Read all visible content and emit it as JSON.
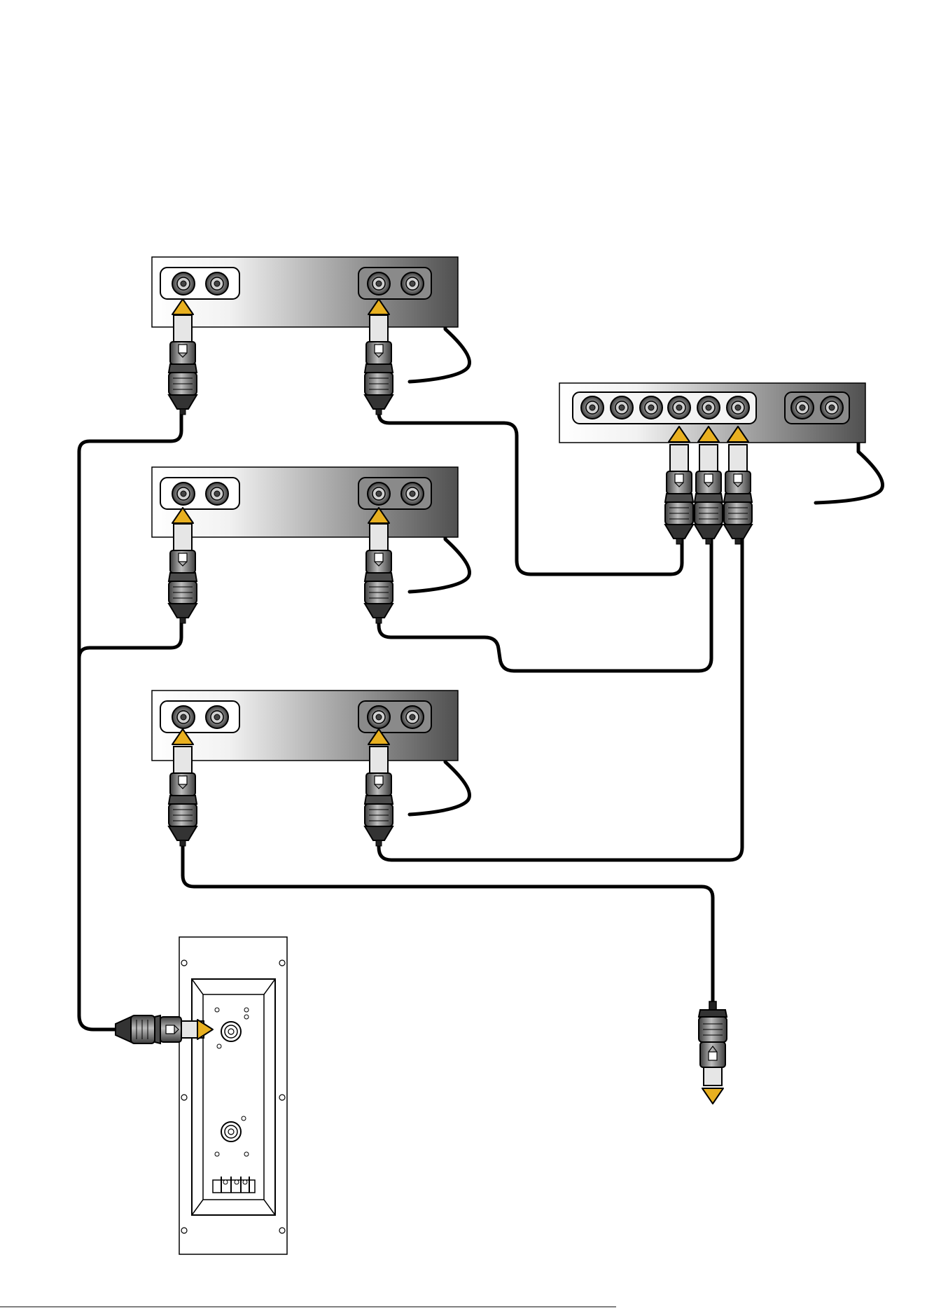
{
  "diagram": {
    "kind": "speaker cabling diagram",
    "colors": {
      "arrow": "#E8B020",
      "cable": "#000000",
      "panel_light": "#ffffff",
      "panel_dark": "#555555",
      "connector_body": "#6a6a6a",
      "background": "#ffffff"
    },
    "units": {
      "speaker_panels": 3,
      "amplifier_outputs": 6,
      "amplifier_inputs": 2,
      "wall_plate_sockets": 2
    },
    "footer": {
      "text": ""
    }
  }
}
